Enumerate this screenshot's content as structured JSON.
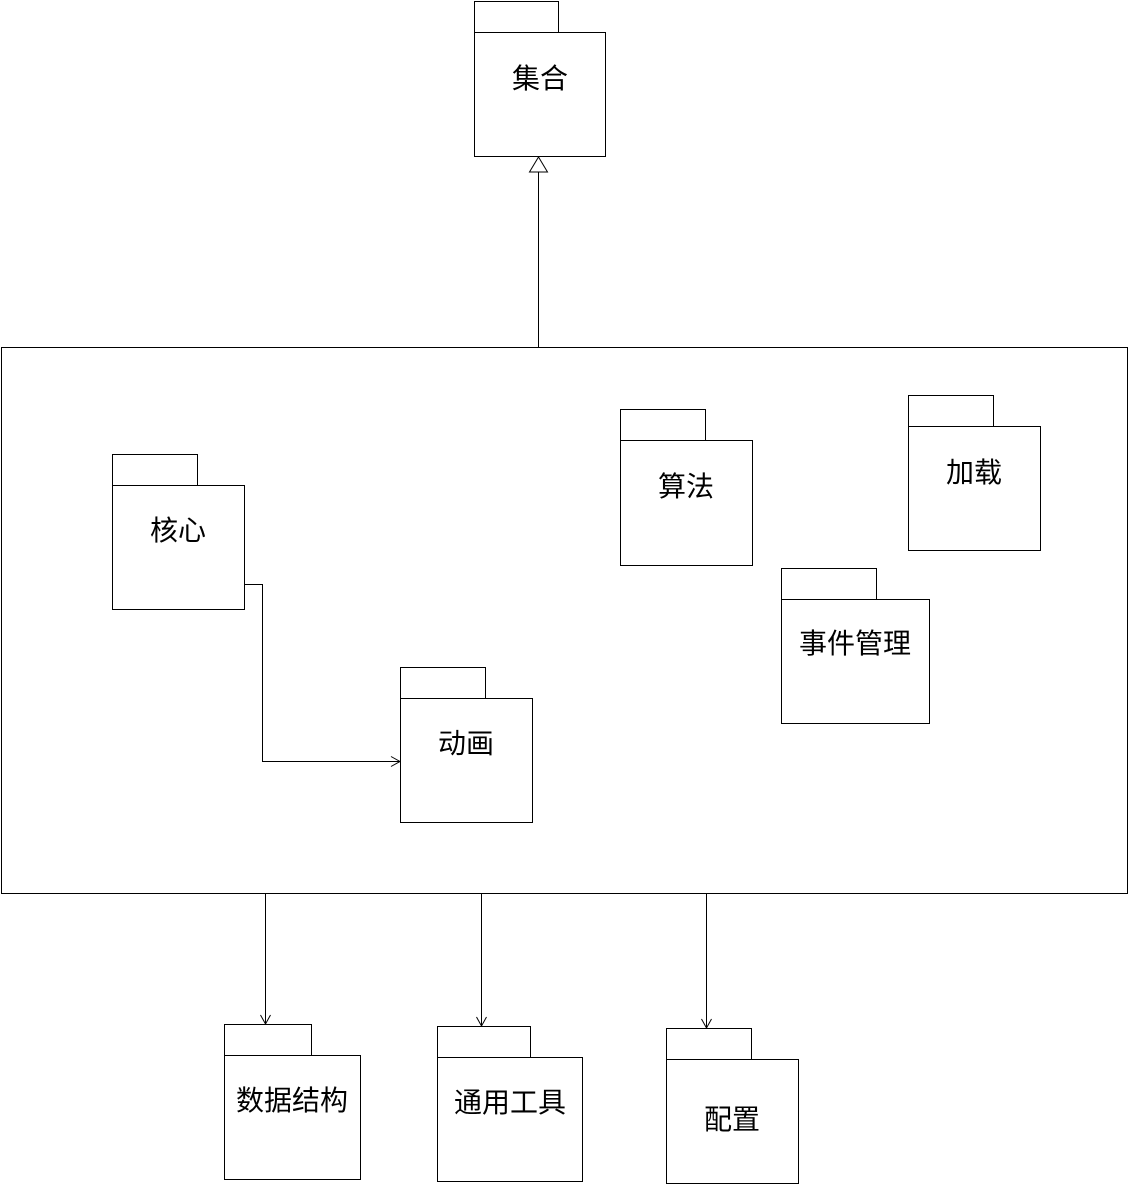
{
  "diagram": {
    "type": "uml-package-diagram",
    "packages": {
      "collection": "集合",
      "core": "核心",
      "algorithm": "算法",
      "loading": "加载",
      "event_management": "事件管理",
      "animation": "动画",
      "data_structure": "数据结构",
      "common_tools": "通用工具",
      "config": "配置"
    },
    "relations": [
      {
        "from": "main-frame",
        "to": "collection",
        "kind": "generalization"
      },
      {
        "from": "core",
        "to": "animation",
        "kind": "dependency"
      },
      {
        "from": "main-frame",
        "to": "data_structure",
        "kind": "dependency"
      },
      {
        "from": "main-frame",
        "to": "common_tools",
        "kind": "dependency"
      },
      {
        "from": "main-frame",
        "to": "config",
        "kind": "dependency"
      }
    ]
  }
}
